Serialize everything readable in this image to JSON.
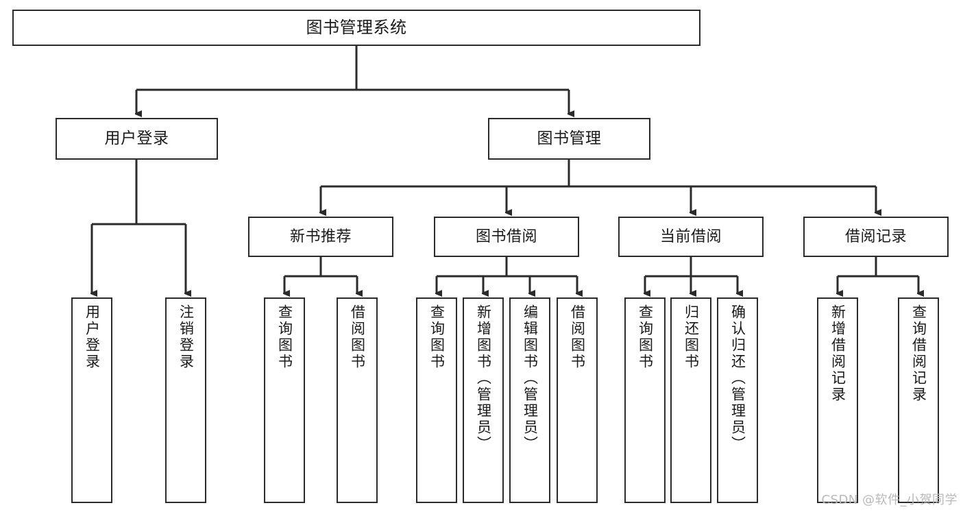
{
  "diagram": {
    "title": "图书管理系统",
    "type": "tree-hierarchy",
    "orientation": "top-down",
    "line_color": "#2b2b2b",
    "box_fill": "#ffffff",
    "nodes": {
      "root": {
        "label": "图书管理系统"
      },
      "level2": [
        {
          "id": "user-login",
          "label": "用户登录"
        },
        {
          "id": "book-management",
          "label": "图书管理"
        }
      ],
      "level3": [
        {
          "id": "new-book-recommend",
          "label": "新书推荐"
        },
        {
          "id": "book-borrow",
          "label": "图书借阅"
        },
        {
          "id": "current-borrow",
          "label": "当前借阅"
        },
        {
          "id": "borrow-record",
          "label": "借阅记录"
        }
      ],
      "leaves": {
        "user-login": [
          {
            "id": "leaf-user-login",
            "label": "用户登录"
          },
          {
            "id": "leaf-logout",
            "label": "注销登录"
          }
        ],
        "new-book-recommend": [
          {
            "id": "leaf-query-book-1",
            "label": "查询图书"
          },
          {
            "id": "leaf-borrow-book-1",
            "label": "借阅图书"
          }
        ],
        "book-borrow": [
          {
            "id": "leaf-query-book-2",
            "label": "查询图书"
          },
          {
            "id": "leaf-add-book",
            "label": "新增图书（管理员）"
          },
          {
            "id": "leaf-edit-book",
            "label": "编辑图书（管理员）"
          },
          {
            "id": "leaf-borrow-book-2",
            "label": "借阅图书"
          }
        ],
        "current-borrow": [
          {
            "id": "leaf-query-book-3",
            "label": "查询图书"
          },
          {
            "id": "leaf-return-book",
            "label": "归还图书"
          },
          {
            "id": "leaf-confirm-return",
            "label": "确认归还（管理员）"
          }
        ],
        "borrow-record": [
          {
            "id": "leaf-add-record",
            "label": "新增借阅记录"
          },
          {
            "id": "leaf-query-record",
            "label": "查询借阅记录"
          }
        ]
      }
    }
  },
  "watermark": {
    "text": "CSDN @软件_小贺同学"
  }
}
